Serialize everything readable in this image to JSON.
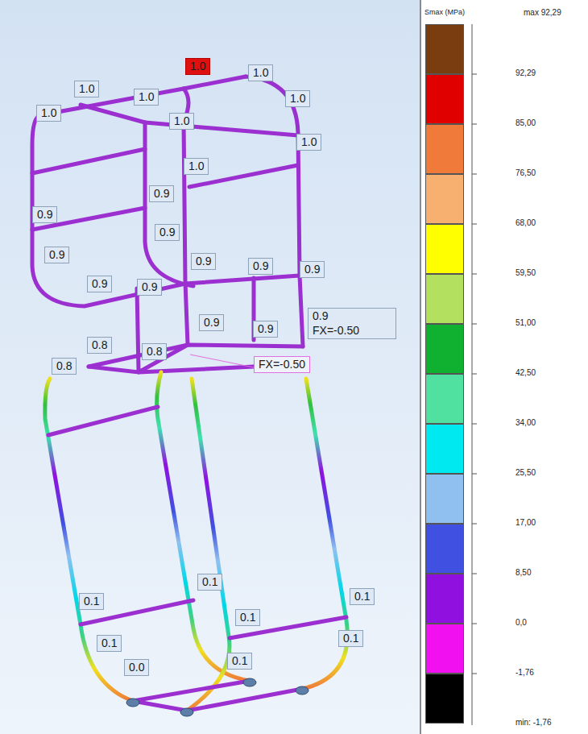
{
  "diagram": {
    "title": "Smax (MPa)",
    "labels": [
      "1.0",
      "1.0",
      "1.0",
      "1.0",
      "1.0",
      "1.0",
      "1.0",
      "1.0",
      "1.0",
      "0.9",
      "0.9",
      "0.9",
      "0.9",
      "0.9",
      "0.9",
      "0.9",
      "0.9",
      "0.9",
      "0.9",
      "FX=-0.50",
      "0.9",
      "0.9",
      "0.8",
      "0.8",
      "0.8",
      "FX=-0.50",
      "0.1",
      "0.1",
      "0.1",
      "0.1",
      "0.1",
      "0.1",
      "0.0",
      "0.1",
      "max 92,29"
    ],
    "legend": [
      {
        "text": "92,29",
        "color": "#7a3d10"
      },
      {
        "text": "85,00",
        "color": "#e00000"
      },
      {
        "text": "76,50",
        "color": "#f07a3a"
      },
      {
        "text": "68,00",
        "color": "#f8b070"
      },
      {
        "text": "59,50",
        "color": "#ffff00"
      },
      {
        "text": "51,00",
        "color": "#b4e060"
      },
      {
        "text": "42,50",
        "color": "#10b030"
      },
      {
        "text": "34,00",
        "color": "#50e0a0"
      },
      {
        "text": "25,50",
        "color": "#00e8f0"
      },
      {
        "text": "17,00",
        "color": "#90c0f0"
      },
      {
        "text": "8,50",
        "color": "#4050e0"
      },
      {
        "text": "0,0",
        "color": "#9010e0"
      },
      {
        "text": "-1,76",
        "color": "#f010f0"
      },
      {
        "text": "min: -1,76",
        "color": "#000000"
      }
    ]
  }
}
